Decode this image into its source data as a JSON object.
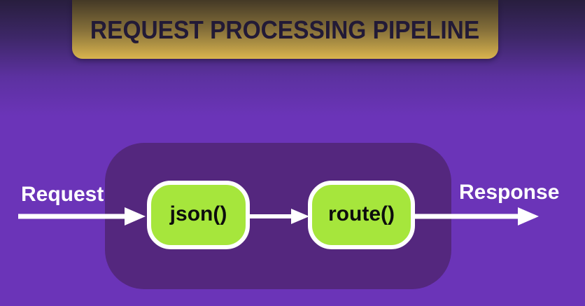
{
  "banner": {
    "title": "REQUEST PROCESSING PIPELINE"
  },
  "pipeline": {
    "input_label": "Request",
    "output_label": "Response",
    "stages": [
      {
        "label": "json()"
      },
      {
        "label": "route()"
      }
    ]
  },
  "icons": {
    "flow_arrows": "right-arrow"
  },
  "colors": {
    "background_top": "#281e3e",
    "background_main": "#6b34b8",
    "banner_gold_top": "#443926",
    "banner_gold_bottom": "#d9b44e",
    "banner_text": "#221a36",
    "container": "#54277e",
    "stage_fill": "#a6e63c",
    "stage_border": "#ffffff",
    "stage_text": "#0d0d0d",
    "label_text": "#ffffff",
    "arrow": "#ffffff"
  }
}
